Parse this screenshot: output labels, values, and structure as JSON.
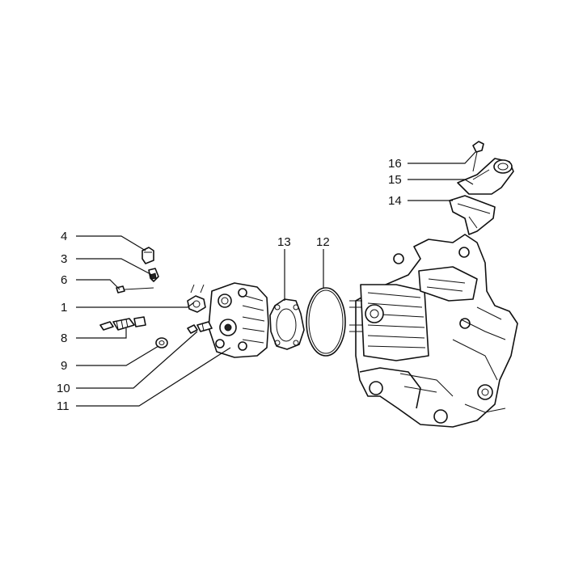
{
  "callouts": {
    "c1": "1",
    "c3": "3",
    "c4": "4",
    "c6": "6",
    "c8": "8",
    "c9": "9",
    "c10": "10",
    "c11": "11",
    "c12": "12",
    "c13": "13",
    "c14": "14",
    "c15": "15",
    "c16": "16"
  }
}
